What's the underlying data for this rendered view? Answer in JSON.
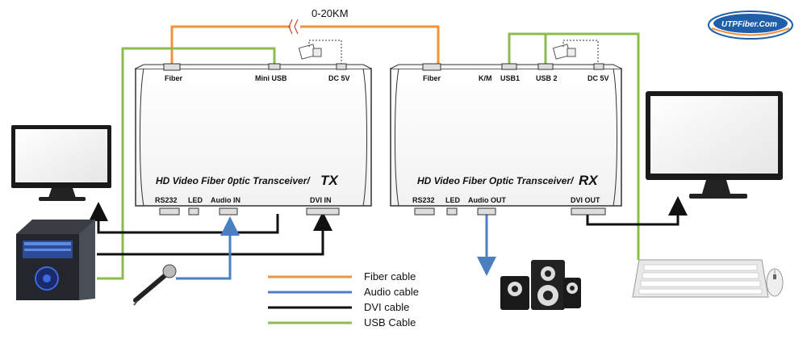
{
  "distance_label": "0-20KM",
  "logo": {
    "text": "UTPFiber.Com"
  },
  "tx": {
    "fiber": "Fiber",
    "mini_usb": "Mini USB",
    "dc": "DC 5V",
    "title": "HD Video Fiber 0ptic Transceiver/",
    "tag": "TX",
    "rs232": "RS232",
    "led": "LED",
    "audio": "Audio IN",
    "dvi": "DVI IN"
  },
  "rx": {
    "fiber": "Fiber",
    "km": "K/M",
    "usb1": "USB1",
    "usb2": "USB 2",
    "dc": "DC 5V",
    "title": "HD Video Fiber Optic Transceiver/",
    "tag": "RX",
    "rs232": "RS232",
    "led": "LED",
    "audio": "Audio OUT",
    "dvi": "DVI OUT"
  },
  "legend": [
    {
      "label": "Fiber cable",
      "color": "#f0923e"
    },
    {
      "label": "Audio cable",
      "color": "#4b7fc0"
    },
    {
      "label": "DVI cable",
      "color": "#111111"
    },
    {
      "label": "USB Cable",
      "color": "#8cbc4e"
    }
  ]
}
